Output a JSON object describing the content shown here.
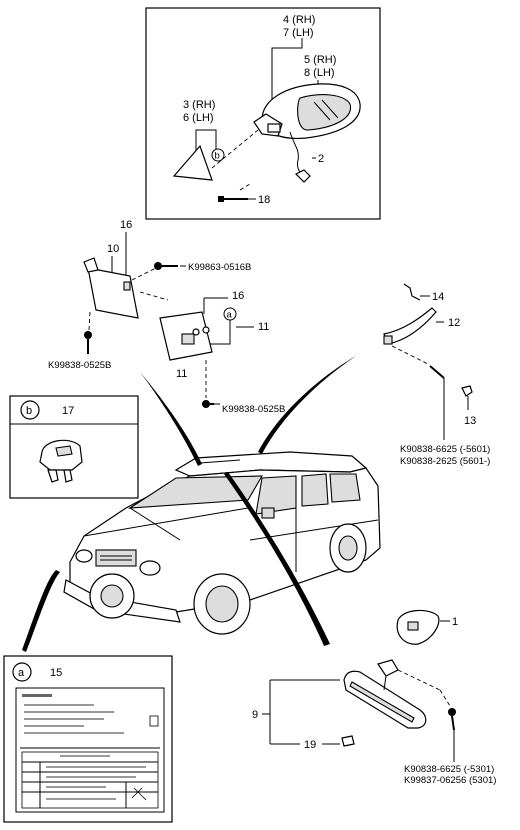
{
  "mirror_box": {
    "label_4_7": [
      "4 (RH)",
      "7 (LH)"
    ],
    "label_5_8": [
      "5 (RH)",
      "8 (LH)"
    ],
    "label_3_6": [
      "3 (RH)",
      "6 (LH)"
    ],
    "callout_b_letter": "b",
    "label_2": "2",
    "label_18": "18"
  },
  "visor_area": {
    "label_16_top": "16",
    "label_10": "10",
    "screw_1": "K99863-0516B",
    "label_16_mid": "16",
    "callout_a_letter": "a",
    "label_11_right": "11",
    "label_11_left": "11",
    "screw_2": "K99838-0525B",
    "screw_3": "K99838-0525B"
  },
  "right_parts": {
    "label_14": "14",
    "label_12": "12",
    "label_13": "13",
    "screw_4": [
      "K90838-6625 (-5601)",
      "K90838-2625 (5601-)"
    ]
  },
  "inset_b": {
    "letter": "b",
    "number": "17"
  },
  "inset_a": {
    "letter": "a",
    "number": "15"
  },
  "lower_right": {
    "label_1": "1",
    "label_9": "9",
    "label_19": "19",
    "screw_5": [
      "K90838-6625 (-5301)",
      "K99837-06256 (5301)"
    ]
  }
}
